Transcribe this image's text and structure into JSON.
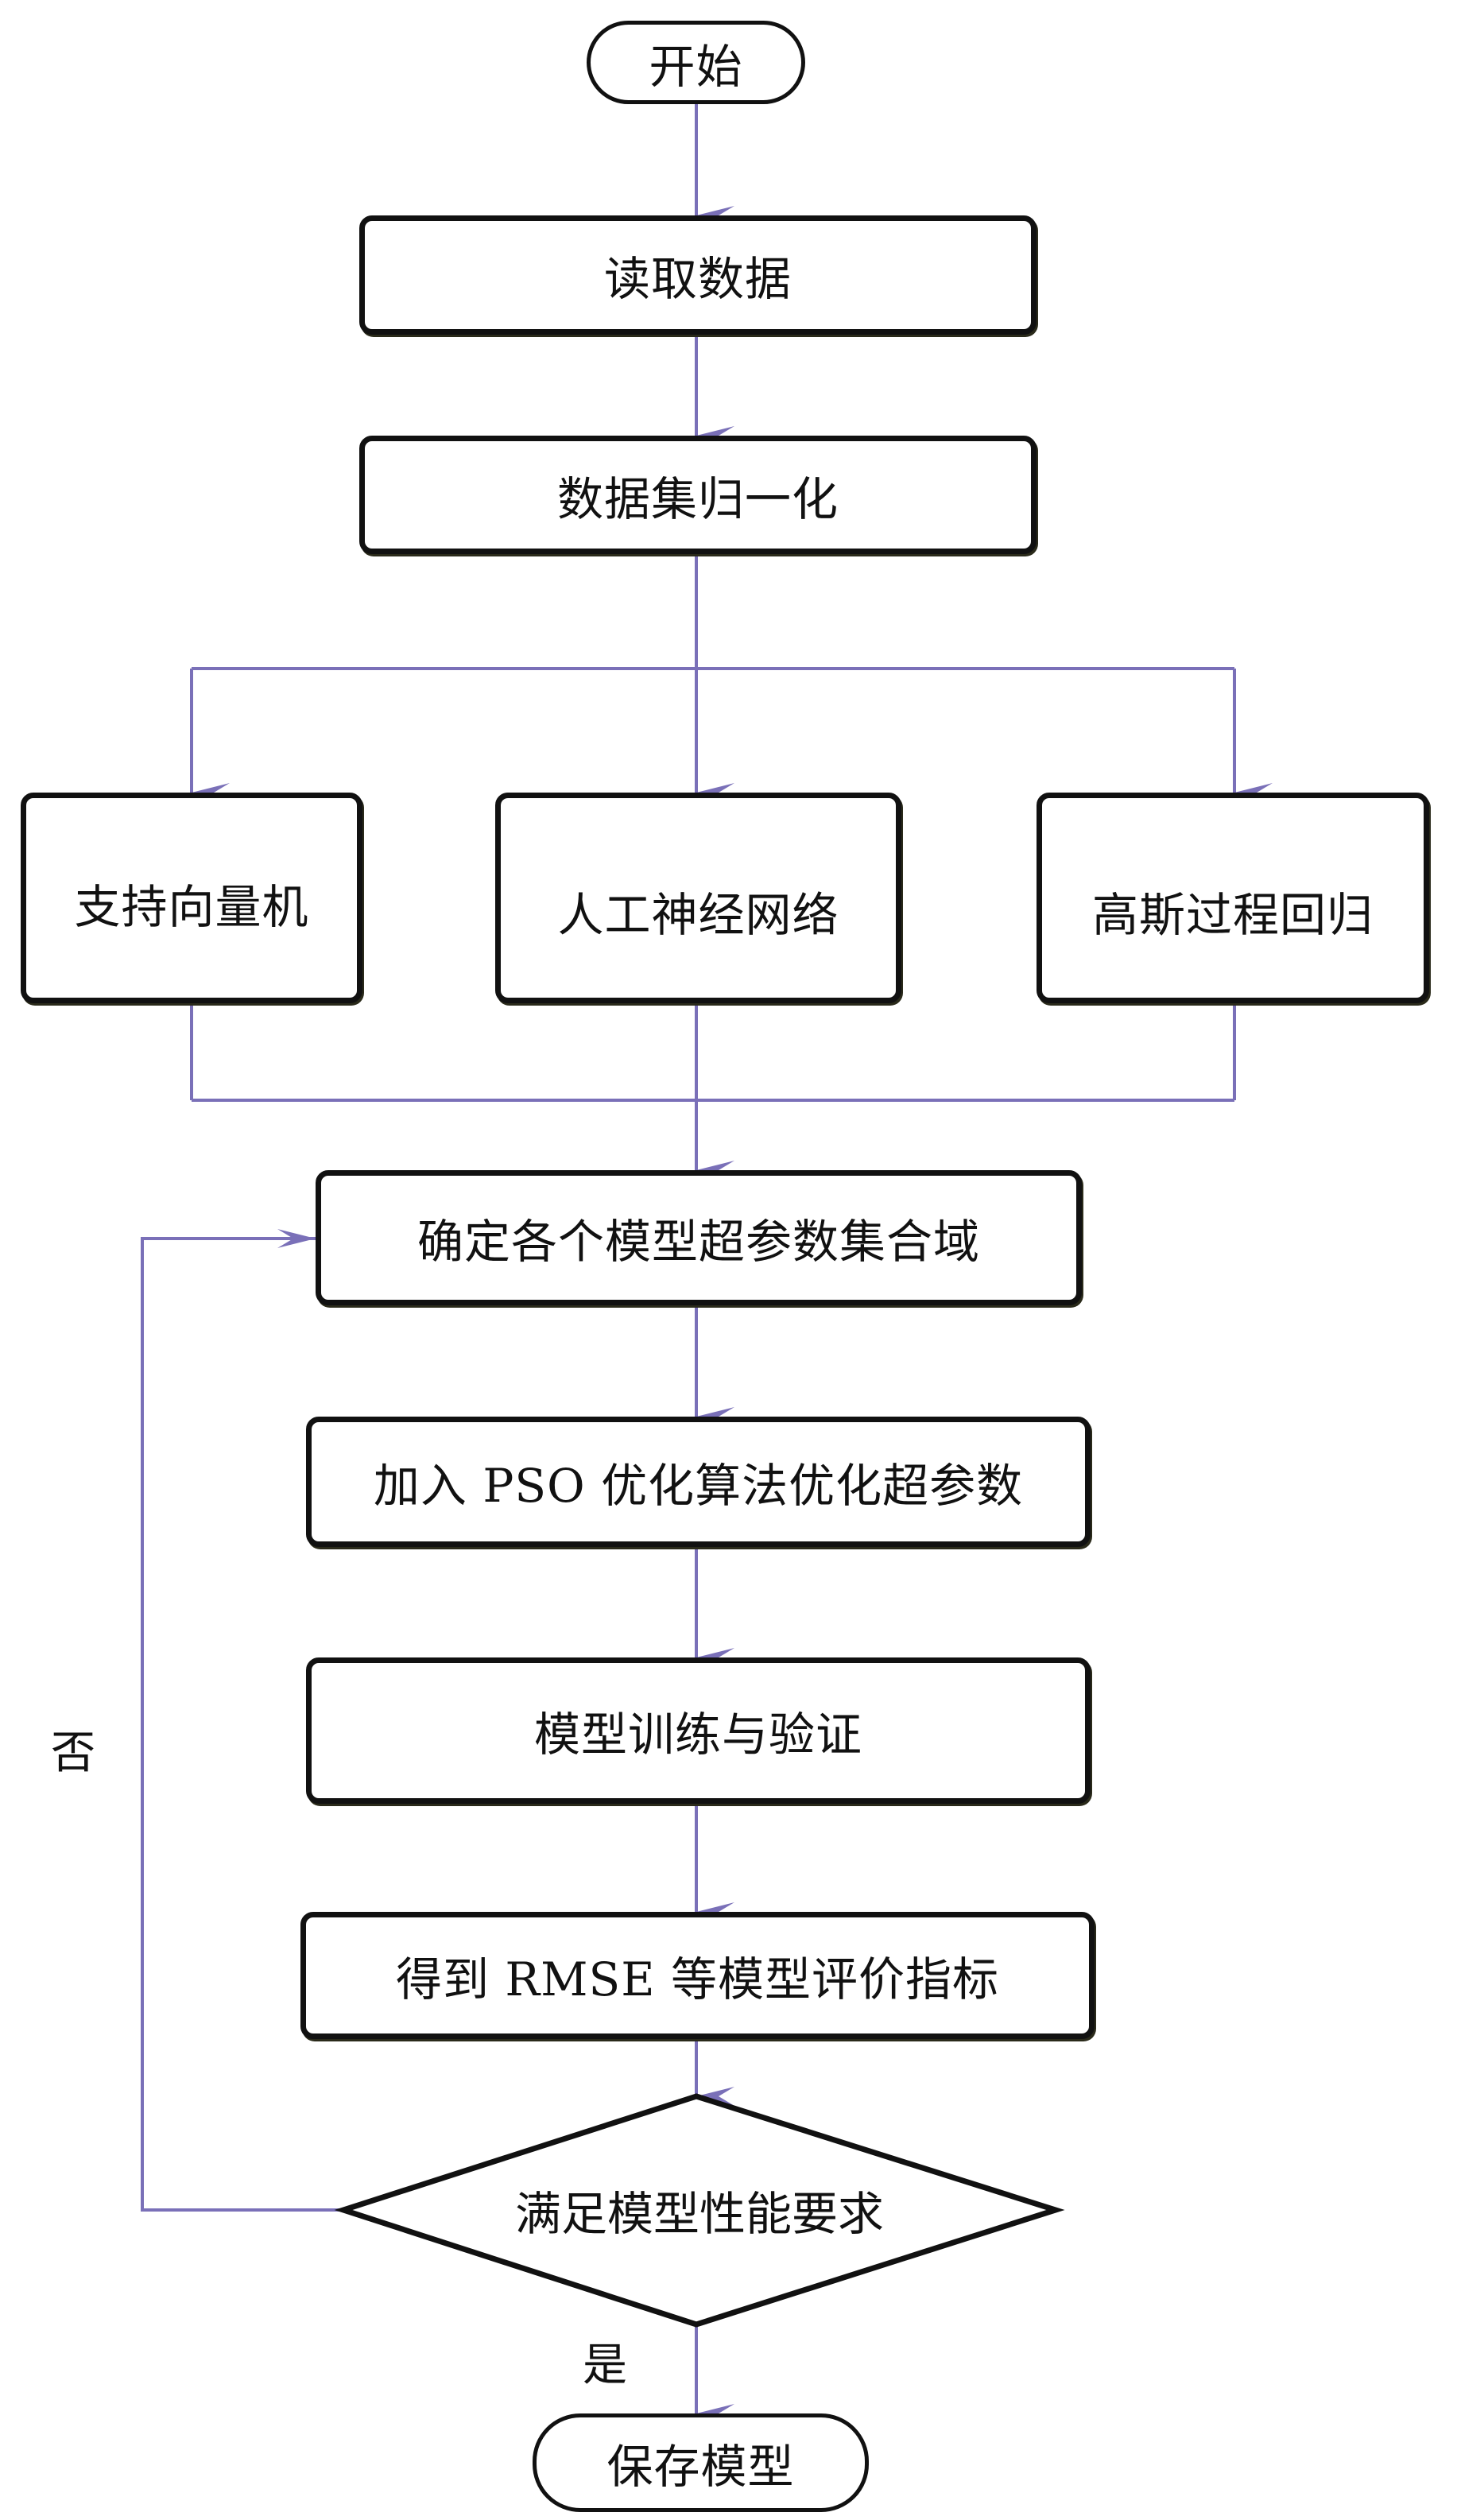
{
  "diagram": {
    "type": "flowchart",
    "colors": {
      "connector": "#7a70b8",
      "border": "#111111",
      "background": "#ffffff"
    },
    "nodes": {
      "start": "开始",
      "read_data": "读取数据",
      "normalize": "数据集归一化",
      "svm": "支持向量机",
      "ann": "人工神经网络",
      "gpr": "高斯过程回归",
      "hyperparam_domain": "确定各个模型超参数集合域",
      "pso": "加入 PSO 优化算法优化超参数",
      "train_validate": "模型训练与验证",
      "metrics": "得到 RMSE 等模型评价指标",
      "decision": "满足模型性能要求",
      "save": "保存模型"
    },
    "edge_labels": {
      "no": "否",
      "yes": "是"
    },
    "edges": [
      [
        "start",
        "read_data"
      ],
      [
        "read_data",
        "normalize"
      ],
      [
        "normalize",
        "svm"
      ],
      [
        "normalize",
        "ann"
      ],
      [
        "normalize",
        "gpr"
      ],
      [
        "svm",
        "hyperparam_domain"
      ],
      [
        "ann",
        "hyperparam_domain"
      ],
      [
        "gpr",
        "hyperparam_domain"
      ],
      [
        "hyperparam_domain",
        "pso"
      ],
      [
        "pso",
        "train_validate"
      ],
      [
        "train_validate",
        "metrics"
      ],
      [
        "metrics",
        "decision"
      ],
      [
        "decision",
        "save",
        "yes"
      ],
      [
        "decision",
        "hyperparam_domain",
        "no"
      ]
    ]
  }
}
